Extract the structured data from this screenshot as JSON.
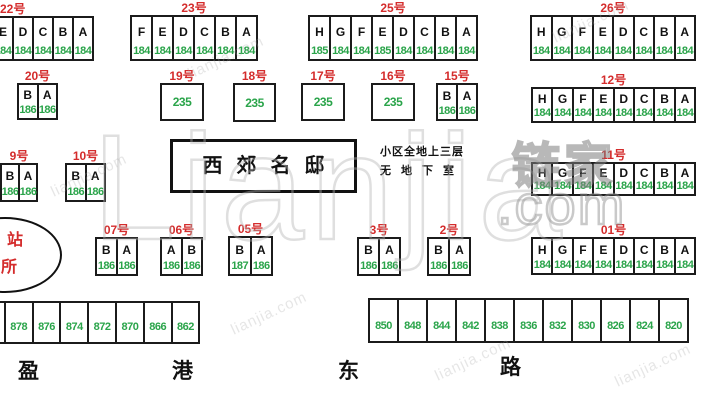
{
  "community": {
    "sign_title": "西郊名邸",
    "info_line1": "小区全地上三层",
    "info_line2": "无地下室",
    "station_line1": "站",
    "station_line2": "所"
  },
  "street": {
    "chars": [
      "盈",
      "港",
      "东",
      "路"
    ]
  },
  "watermark": {
    "big": "Lianjia",
    "cn": "链家",
    "com_text": ".com",
    "diag": "lianjia.com"
  },
  "colors": {
    "label_red": "#d42c2c",
    "area_green": "#2aa44a",
    "line_black": "#1b1b1b"
  },
  "buildings": [
    {
      "label": "22号",
      "units": [
        {
          "letter": "E",
          "value": "184"
        },
        {
          "letter": "D",
          "value": "184"
        },
        {
          "letter": "C",
          "value": "184"
        },
        {
          "letter": "B",
          "value": "184"
        },
        {
          "letter": "A",
          "value": "184"
        }
      ]
    },
    {
      "label": "23号",
      "units": [
        {
          "letter": "F",
          "value": "184"
        },
        {
          "letter": "E",
          "value": "184"
        },
        {
          "letter": "D",
          "value": "184"
        },
        {
          "letter": "C",
          "value": "184"
        },
        {
          "letter": "B",
          "value": "184"
        },
        {
          "letter": "A",
          "value": "184"
        }
      ]
    },
    {
      "label": "25号",
      "units": [
        {
          "letter": "H",
          "value": "185"
        },
        {
          "letter": "G",
          "value": "184"
        },
        {
          "letter": "F",
          "value": "184"
        },
        {
          "letter": "E",
          "value": "185"
        },
        {
          "letter": "D",
          "value": "184"
        },
        {
          "letter": "C",
          "value": "184"
        },
        {
          "letter": "B",
          "value": "184"
        },
        {
          "letter": "A",
          "value": "184"
        }
      ]
    },
    {
      "label": "26号",
      "units": [
        {
          "letter": "H",
          "value": "184"
        },
        {
          "letter": "G",
          "value": "184"
        },
        {
          "letter": "F",
          "value": "184"
        },
        {
          "letter": "E",
          "value": "184"
        },
        {
          "letter": "D",
          "value": "184"
        },
        {
          "letter": "C",
          "value": "184"
        },
        {
          "letter": "B",
          "value": "184"
        },
        {
          "letter": "A",
          "value": "184"
        }
      ]
    },
    {
      "label": "20号",
      "units": [
        {
          "letter": "B",
          "value": "186"
        },
        {
          "letter": "A",
          "value": "186"
        }
      ]
    },
    {
      "label": "19号",
      "units": [
        {
          "letter": "",
          "value": "235"
        }
      ]
    },
    {
      "label": "18号",
      "units": [
        {
          "letter": "",
          "value": "235"
        }
      ]
    },
    {
      "label": "17号",
      "units": [
        {
          "letter": "",
          "value": "235"
        }
      ]
    },
    {
      "label": "16号",
      "units": [
        {
          "letter": "",
          "value": "235"
        }
      ]
    },
    {
      "label": "15号",
      "units": [
        {
          "letter": "B",
          "value": "186"
        },
        {
          "letter": "A",
          "value": "186"
        }
      ]
    },
    {
      "label": "12号",
      "units": [
        {
          "letter": "H",
          "value": "184"
        },
        {
          "letter": "G",
          "value": "184"
        },
        {
          "letter": "F",
          "value": "184"
        },
        {
          "letter": "E",
          "value": "184"
        },
        {
          "letter": "D",
          "value": "184"
        },
        {
          "letter": "C",
          "value": "184"
        },
        {
          "letter": "B",
          "value": "184"
        },
        {
          "letter": "A",
          "value": "184"
        }
      ]
    },
    {
      "label": "9号",
      "units": [
        {
          "letter": "B",
          "value": "186"
        },
        {
          "letter": "A",
          "value": "186"
        }
      ]
    },
    {
      "label": "10号",
      "units": [
        {
          "letter": "B",
          "value": "186"
        },
        {
          "letter": "A",
          "value": "186"
        }
      ]
    },
    {
      "label": "11号",
      "units": [
        {
          "letter": "H",
          "value": "184"
        },
        {
          "letter": "G",
          "value": "184"
        },
        {
          "letter": "F",
          "value": "184"
        },
        {
          "letter": "E",
          "value": "184"
        },
        {
          "letter": "D",
          "value": "184"
        },
        {
          "letter": "C",
          "value": "184"
        },
        {
          "letter": "B",
          "value": "184"
        },
        {
          "letter": "A",
          "value": "184"
        }
      ]
    },
    {
      "label": "07号",
      "units": [
        {
          "letter": "B",
          "value": "186"
        },
        {
          "letter": "A",
          "value": "186"
        }
      ]
    },
    {
      "label": "06号",
      "units": [
        {
          "letter": "A",
          "value": "186"
        },
        {
          "letter": "B",
          "value": "186"
        }
      ]
    },
    {
      "label": "05号",
      "units": [
        {
          "letter": "B",
          "value": "187"
        },
        {
          "letter": "A",
          "value": "186"
        }
      ]
    },
    {
      "label": "3号",
      "units": [
        {
          "letter": "B",
          "value": "186"
        },
        {
          "letter": "A",
          "value": "186"
        }
      ]
    },
    {
      "label": "2号",
      "units": [
        {
          "letter": "B",
          "value": "186"
        },
        {
          "letter": "A",
          "value": "186"
        }
      ]
    },
    {
      "label": "01号",
      "units": [
        {
          "letter": "H",
          "value": "184"
        },
        {
          "letter": "G",
          "value": "184"
        },
        {
          "letter": "F",
          "value": "184"
        },
        {
          "letter": "E",
          "value": "184"
        },
        {
          "letter": "D",
          "value": "184"
        },
        {
          "letter": "C",
          "value": "184"
        },
        {
          "letter": "B",
          "value": "184"
        },
        {
          "letter": "A",
          "value": "184"
        }
      ]
    }
  ],
  "address_rows": {
    "left": {
      "values": [
        "",
        "878",
        "876",
        "874",
        "872",
        "870",
        "866",
        "862"
      ]
    },
    "right": {
      "values": [
        "850",
        "848",
        "844",
        "842",
        "838",
        "836",
        "832",
        "830",
        "826",
        "824",
        "820"
      ]
    }
  }
}
